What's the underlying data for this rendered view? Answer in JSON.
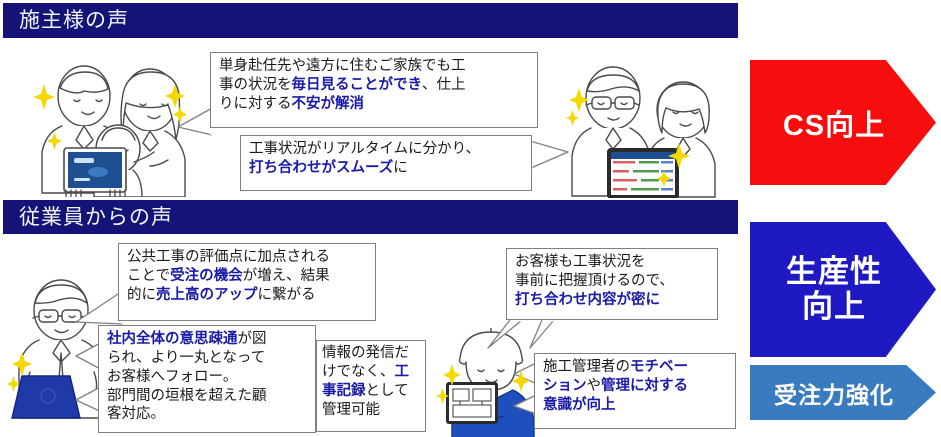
{
  "sections": [
    {
      "id": "voice-owner",
      "title": "施主様の声"
    },
    {
      "id": "voice-employee",
      "title": "従業員からの声"
    }
  ],
  "callouts": [
    {
      "id": "owner-daily-view",
      "lines": [
        [
          {
            "t": "単身赴任先や遠方に住むご家族でも工",
            "hl": false
          }
        ],
        [
          {
            "t": "事の状況を",
            "hl": false
          },
          {
            "t": "毎日見ることができ",
            "hl": true
          },
          {
            "t": "、仕上",
            "hl": false
          }
        ],
        [
          {
            "t": "りに対する",
            "hl": false
          },
          {
            "t": "不安が解消",
            "hl": true
          }
        ]
      ]
    },
    {
      "id": "owner-realtime",
      "lines": [
        [
          {
            "t": "工事状況がリアルタイムに分かり、",
            "hl": false
          }
        ],
        [
          {
            "t": "打ち合わせがスムーズ",
            "hl": true
          },
          {
            "t": "に",
            "hl": false
          }
        ]
      ]
    },
    {
      "id": "employee-sales-up",
      "lines": [
        [
          {
            "t": "公共工事の評価点に加点される",
            "hl": false
          }
        ],
        [
          {
            "t": "ことで",
            "hl": false
          },
          {
            "t": "受注の機会",
            "hl": true
          },
          {
            "t": "が増え、結果",
            "hl": false
          }
        ],
        [
          {
            "t": "的に",
            "hl": false
          },
          {
            "t": "売上高のアップ",
            "hl": true
          },
          {
            "t": "に繋がる",
            "hl": false
          }
        ]
      ]
    },
    {
      "id": "employee-communication",
      "lines": [
        [
          {
            "t": "社内全体の意思疎通",
            "hl": true
          },
          {
            "t": "が図",
            "hl": false
          }
        ],
        [
          {
            "t": "られ、より一丸となって",
            "hl": false
          }
        ],
        [
          {
            "t": "お客様へフォロー。",
            "hl": false
          }
        ],
        [
          {
            "t": "部門間の垣根を超えた顧",
            "hl": false
          }
        ],
        [
          {
            "t": "客対応。",
            "hl": false
          }
        ]
      ]
    },
    {
      "id": "employee-record",
      "lines": [
        [
          {
            "t": "情報の発信だ",
            "hl": false
          }
        ],
        [
          {
            "t": "けでなく、",
            "hl": false
          },
          {
            "t": "工",
            "hl": true
          }
        ],
        [
          {
            "t": "事記録",
            "hl": true
          },
          {
            "t": "として",
            "hl": false
          }
        ],
        [
          {
            "t": "管理可能",
            "hl": false
          }
        ]
      ]
    },
    {
      "id": "employee-customer-grasp",
      "lines": [
        [
          {
            "t": "お客様も工事状況を",
            "hl": false
          }
        ],
        [
          {
            "t": "事前に把握頂けるので、",
            "hl": false
          }
        ],
        [
          {
            "t": "打ち合わせ内容が密に",
            "hl": true
          }
        ]
      ]
    },
    {
      "id": "employee-motivation",
      "lines": [
        [
          {
            "t": "施工管理者の",
            "hl": false
          },
          {
            "t": "モチベー",
            "hl": true
          }
        ],
        [
          {
            "t": "ション",
            "hl": true
          },
          {
            "t": "や",
            "hl": false
          },
          {
            "t": "管理に対する",
            "hl": true
          }
        ],
        [
          {
            "t": "意識が向上",
            "hl": true
          }
        ]
      ]
    }
  ],
  "banners": [
    {
      "id": "cs",
      "label": "CS向上",
      "color": "#f70d0d"
    },
    {
      "id": "productivity",
      "label": "生産性\n向上",
      "line1": "生産性",
      "line2": "向上",
      "color": "#1f19c4"
    },
    {
      "id": "orders",
      "label": "受注力強化",
      "color": "#3a7bbf"
    }
  ],
  "illustrations": [
    {
      "id": "family-with-tablet",
      "alt": "家族がタブレットを見る"
    },
    {
      "id": "elderly-couple-with-tablet",
      "alt": "年配夫婦がタブレットを見る"
    },
    {
      "id": "office-worker-with-laptop",
      "alt": "社員がノートパソコンを使う"
    },
    {
      "id": "site-manager-with-tablet",
      "alt": "現場監督がタブレットを持つ"
    }
  ],
  "colors": {
    "header_bar": "#141478",
    "highlight_text": "#1a1aa8",
    "body_text": "#1a1a1a",
    "callout_border": "#808080",
    "spark": "#f5d800",
    "tablet_blue": "#1d4f91",
    "uniform_blue": "#1f4fbf"
  }
}
